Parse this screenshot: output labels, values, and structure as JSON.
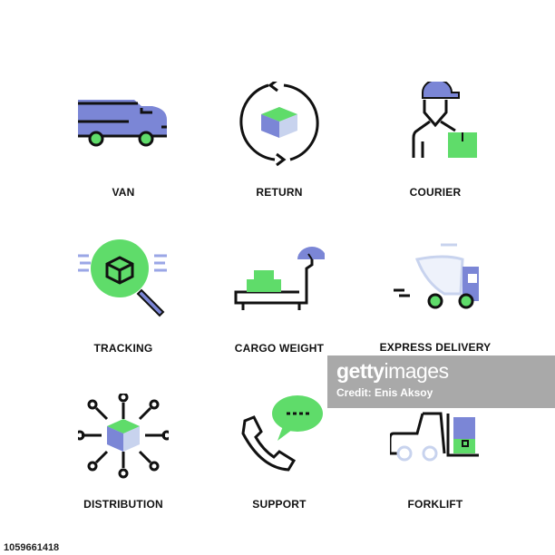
{
  "colors": {
    "blue": "#7b86d6",
    "green": "#5fdc6a",
    "stroke": "#111111"
  },
  "icons": [
    {
      "label": "VAN",
      "icon": "van-icon"
    },
    {
      "label": "RETURN",
      "icon": "return-icon"
    },
    {
      "label": "COURIER",
      "icon": "courier-icon"
    },
    {
      "label": "TRACKING",
      "icon": "tracking-icon"
    },
    {
      "label": "CARGO WEIGHT",
      "icon": "cargo-weight-icon"
    },
    {
      "label": "EXPRESS DELIVERY",
      "icon": "express-delivery-icon"
    },
    {
      "label": "DISTRIBUTION",
      "icon": "distribution-icon"
    },
    {
      "label": "SUPPORT",
      "icon": "support-icon"
    },
    {
      "label": "FORKLIFT",
      "icon": "forklift-icon"
    }
  ],
  "watermark": {
    "brand_bold": "getty",
    "brand_light": "images",
    "credit": "Credit: Enis Aksoy"
  },
  "image_id": "1059661418"
}
